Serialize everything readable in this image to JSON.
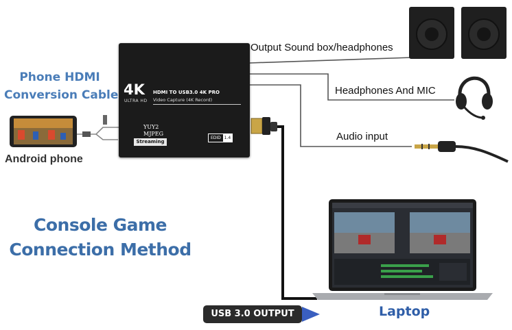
{
  "phone_cable_label": [
    "Phone HDMI",
    "Conversion Cable"
  ],
  "android_label": "Android phone",
  "device": {
    "logo_4k": "4K",
    "logo_sub": "ULTRA HD",
    "model_line1": "HDMI TO USB3.0 4K PRO",
    "model_line2": "Video Capture (4K Record)",
    "formats": [
      "YUY2",
      "MJPEG"
    ],
    "streaming_badge": "Streaming",
    "edid_label": "EDID",
    "edid_value": "1.4"
  },
  "outputs": {
    "speakers": "Output Sound box/headphones",
    "headset": "Headphones  And MIC",
    "audio_in": "Audio input"
  },
  "method_title": [
    "Console Game",
    "Connection Method"
  ],
  "usb_badge": "USB 3.0 OUTPUT",
  "laptop_label": "Laptop",
  "colors": {
    "accent_blue": "#4a7db8",
    "title_blue": "#3c6ea8",
    "laptop_blue": "#2f5ea8",
    "device_body": "#1b1b1b"
  }
}
